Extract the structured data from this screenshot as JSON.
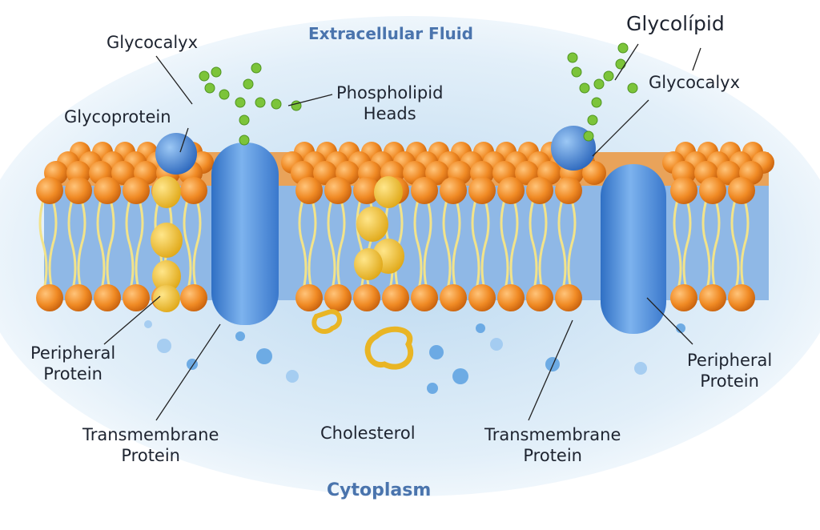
{
  "regions": {
    "top": "Extracellular Fluid",
    "bottom": "Cytoplasm"
  },
  "labels": {
    "glycocalyx_left": "Glycocalyx",
    "glycoprotein": "Glycoprotein",
    "phospholipid_heads": [
      "Phospholipid",
      "Heads"
    ],
    "glycolipid": "Glycolípid",
    "glycocalyx_right": "Glycocalyx",
    "peripheral_left": [
      "Peripheral",
      "Protein"
    ],
    "transmembrane_left": [
      "Transmembrane",
      "Protein"
    ],
    "cholesterol": "Cholesterol",
    "transmembrane_right": [
      "Transmembrane",
      "Protein"
    ],
    "peripheral_right": [
      "Peripheral",
      "Protein"
    ]
  },
  "colors": {
    "head": "#f08a24",
    "tail": "#f2e38a",
    "protein": "#4f8fdc",
    "cholesterol": "#f3c330",
    "sugar": "#7cc43a",
    "region": "#4a74ad"
  }
}
